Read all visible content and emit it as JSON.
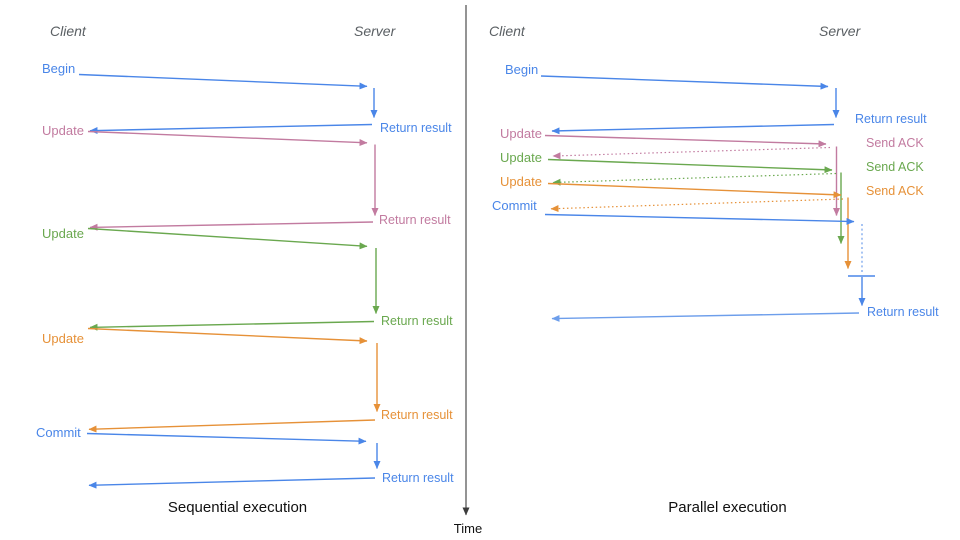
{
  "time_axis": {
    "label": "Time"
  },
  "colors": {
    "blue": "#4a86e8",
    "light_blue": "#6d9eeb",
    "pink": "#c27ba0",
    "green": "#6aa84f",
    "orange": "#e69138",
    "axis": "#3c3c3c"
  },
  "left_panel": {
    "caption": "Sequential execution",
    "client_header": "Client",
    "server_header": "Server",
    "rows": [
      {
        "request": "Begin",
        "response": "Return result",
        "color": "#4a86e8"
      },
      {
        "request": "Update",
        "response": "Return result",
        "color": "#c27ba0"
      },
      {
        "request": "Update",
        "response": "Return result",
        "color": "#6aa84f"
      },
      {
        "request": "Update",
        "response": "Return result",
        "color": "#e69138"
      },
      {
        "request": "Commit",
        "response": "Return result",
        "color": "#4a86e8"
      }
    ]
  },
  "right_panel": {
    "caption": "Parallel execution",
    "client_header": "Client",
    "server_header": "Server",
    "rows": [
      {
        "request": "Begin",
        "response": "Return result",
        "color": "#4a86e8"
      },
      {
        "request": "Update",
        "response": "Send ACK",
        "color": "#c27ba0"
      },
      {
        "request": "Update",
        "response": "Send ACK",
        "color": "#6aa84f"
      },
      {
        "request": "Update",
        "response": "Send ACK",
        "color": "#e69138"
      },
      {
        "request": "Commit",
        "response": "Return result",
        "color": "#4a86e8"
      }
    ]
  }
}
